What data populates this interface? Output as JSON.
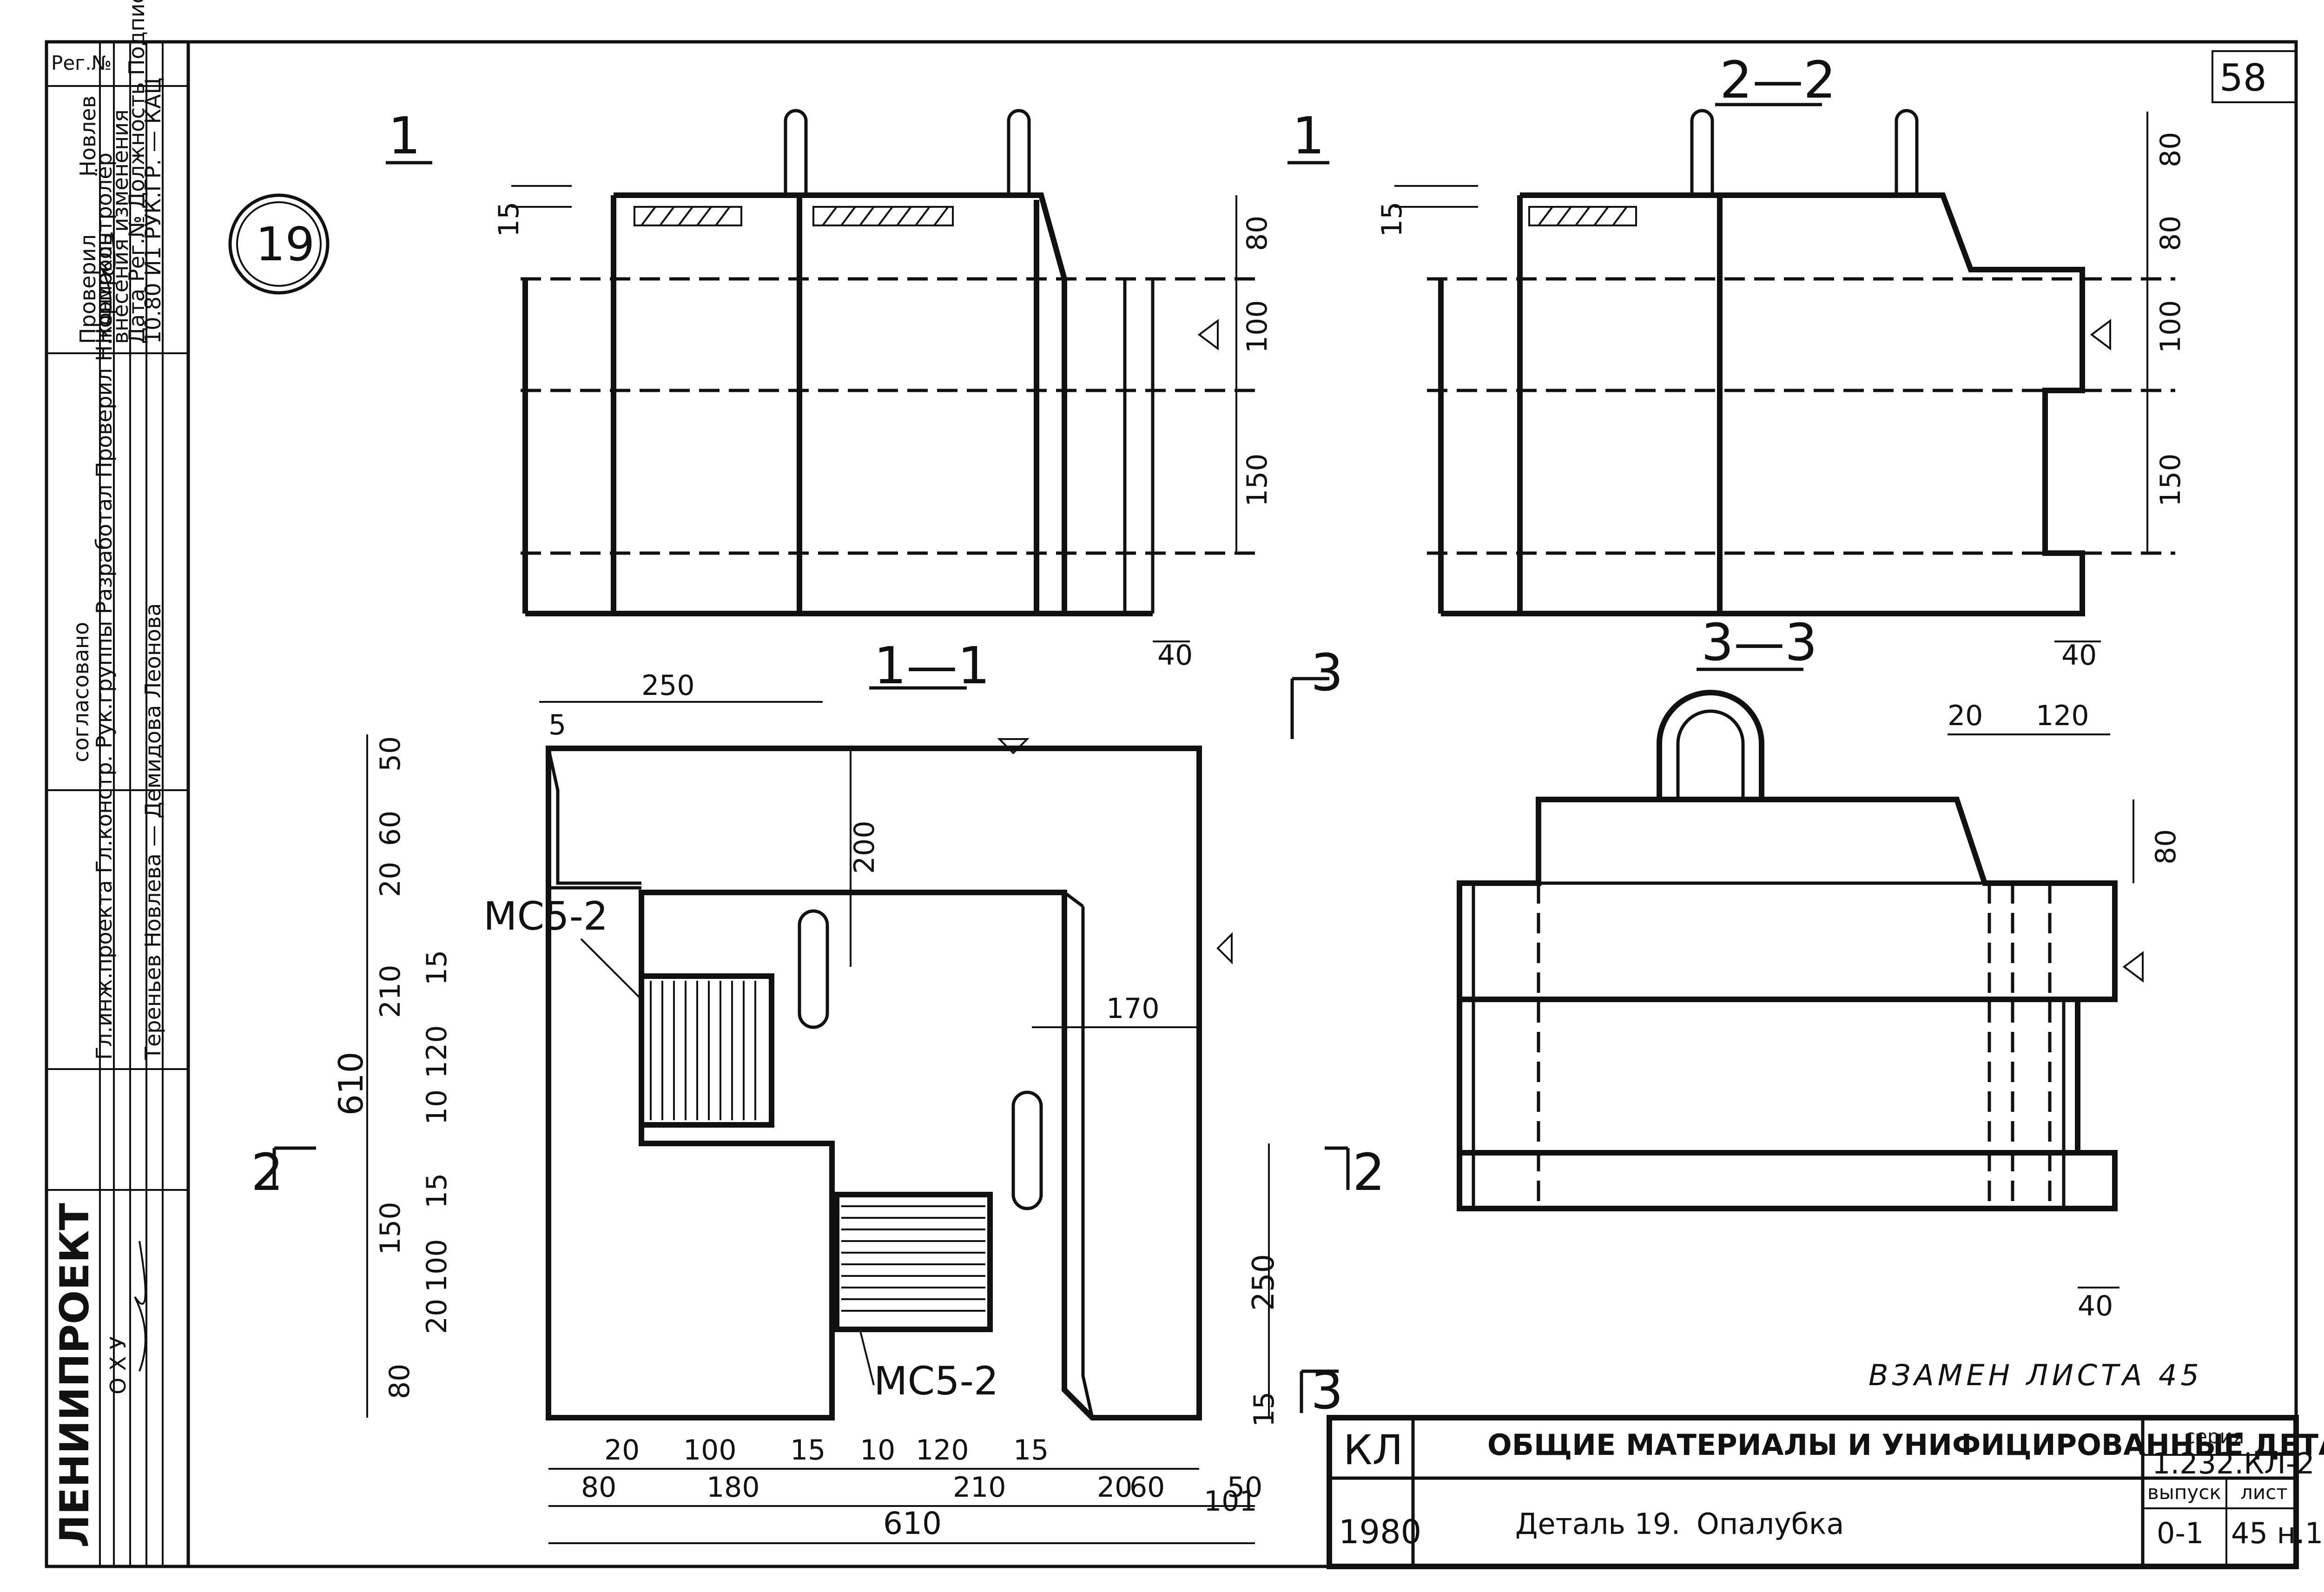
{
  "drawing": {
    "detail_circle": "19",
    "sheet_corner": "58",
    "reg_label": "Рег.№",
    "replaces_note": "ВЗАМЕН ЛИСТА 45"
  },
  "sections": {
    "s11_top": "1",
    "s11_top_right": "1",
    "s11_title": "1—1",
    "s22_title": "2—2",
    "s33_title": "3—3",
    "plan_cut_left": "2",
    "plan_cut_right": "2",
    "plan_cut_top": "3",
    "plan_cut_bottom": "3"
  },
  "dims": {
    "v15": "15",
    "v80": "80",
    "v100": "100",
    "v150": "150",
    "h40": "40",
    "d250": "250",
    "d200": "200",
    "d5": "5",
    "d50": "50",
    "d60": "60",
    "d20": "20",
    "d210": "210",
    "d120": "120",
    "d10": "10",
    "d610": "610",
    "d170": "170",
    "d150": "150",
    "d100": "100",
    "d15": "15",
    "b20": "20",
    "b100": "100",
    "b15": "15",
    "b10": "10",
    "b120": "120",
    "b15b": "15",
    "b2": "20",
    "b60": "60",
    "b50": "50",
    "b80": "80",
    "b180": "180",
    "b210": "210",
    "b101": "101",
    "b610": "610",
    "r120": "120",
    "r20": "20",
    "r80": "80",
    "r40": "40"
  },
  "labels": {
    "mc_top": "МС5-2",
    "mc_bottom": "МС5-2"
  },
  "side_stamp": {
    "org": "ЛЕНИИПРОЕКТ",
    "agreed": "согласовано",
    "checked": "Проверил",
    "norm": "Нормоконтролёр",
    "changes": "внесения изменения",
    "change_cols": "Дата  Рег.№  Должность  Подпись  Фамилия",
    "change_row": "10.80  И1  РУК.ГР.  —  КАЦ",
    "novlev": "Новлев",
    "roles": "Гл.инж.проекта  Гл.констр.  Рук.группы  Разработал  Проверил  Н.контроль",
    "names": "Тереньев  Новлева  —  Демидова  Леонова",
    "okhu": "О Х У"
  },
  "title_block": {
    "kl": "КЛ",
    "year": "1980",
    "title": "ОБЩИЕ МАТЕРИАЛЫ И УНИФИЦИРОВАННЫЕ ДЕТАЛИ",
    "subtitle": "Деталь 19.",
    "subtitle2": "Опалубка",
    "series_label": "серия",
    "series": "1.232.КЛ-2",
    "issue_label": "выпуск",
    "issue": "0-1",
    "sheet_label": "лист",
    "sheet": "45 н.1"
  }
}
